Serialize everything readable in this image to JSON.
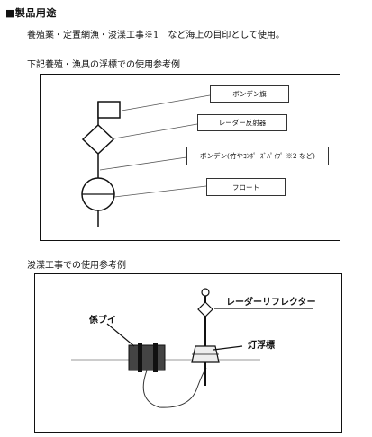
{
  "title": "■製品用途",
  "description": "養殖業・定置網漁・浚渫工事※1　など海上の目印として使用。",
  "figure1": {
    "caption": "下記養殖・漁具の浮標での使用参考例",
    "labels": {
      "flag": "ボンデン旗",
      "reflector": "レーダー反射器",
      "pole": "ボンデン(竹やｺﾝﾎﾟｰｽﾞﾊﾟｲﾌﾟ ※2 など)",
      "float": "フロート"
    }
  },
  "figure2": {
    "caption": "浚渫工事での使用参考例",
    "labels": {
      "radar": "レーダーリフレクター",
      "buoy": "係ブイ",
      "lamp": "灯浮標"
    }
  }
}
